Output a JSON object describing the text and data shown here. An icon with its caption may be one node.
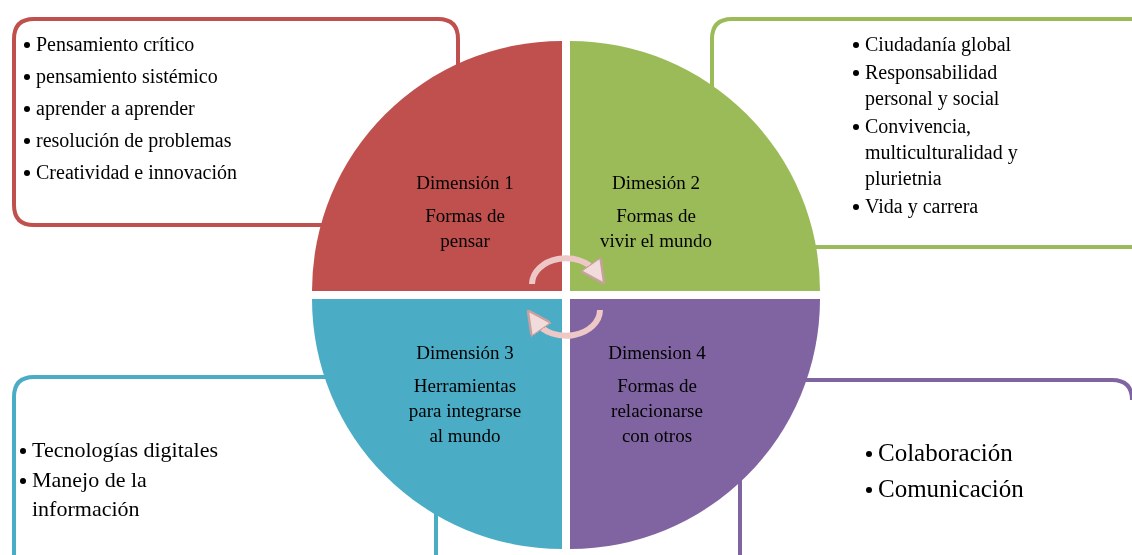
{
  "diagram": {
    "nodes": [
      {
        "text": [
          "Pensamiento crítico",
          "pensamiento sistémico",
          "aprender a aprender",
          "resolución de problemas",
          "Creatividad e innovación"
        ]
      },
      {
        "text": [
          "Dimensión 1",
          "Formas de pensar"
        ]
      },
      {
        "text": [
          "Dimesión 2",
          "Formas de vivir el mundo"
        ]
      },
      {
        "text": [
          "Ciudadanía global",
          "Responsabilidad personal y social",
          "Convivencia, multiculturalidad y plurietnia",
          "Vida y carrera"
        ]
      },
      {
        "text": [
          "Tecnologías digitales",
          "Manejo de la información"
        ]
      },
      {
        "text": [
          "Dimensión 3",
          "Herramientas para integrarse al mundo"
        ]
      },
      {
        "text": [
          "Dimension 4",
          "Formas de relacionarse con otros"
        ]
      },
      {
        "text": [
          "Colaboración",
          "Comunicación"
        ]
      }
    ],
    "edges": [
      {
        "from": 1,
        "to": 2,
        "arrow": "to"
      },
      {
        "from": 6,
        "to": 5,
        "arrow": "to"
      }
    ]
  }
}
